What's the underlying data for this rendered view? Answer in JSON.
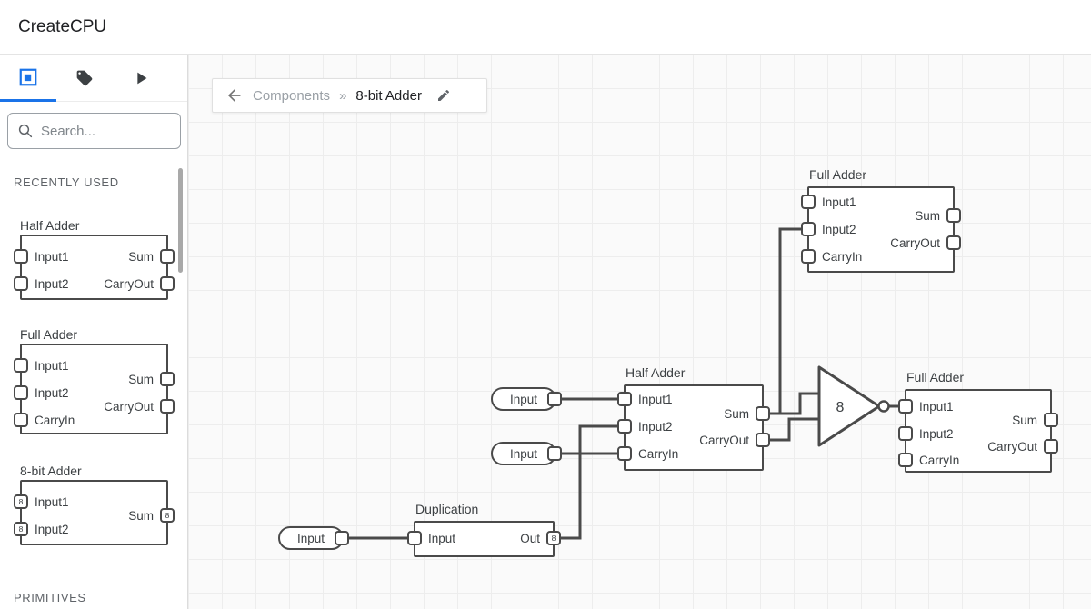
{
  "app": {
    "title": "CreateCPU"
  },
  "colors": {
    "accent": "#1a73e8",
    "wire": "#4a4a4a"
  },
  "sidebar": {
    "tabs": [
      {
        "icon": "component-icon",
        "selected": true
      },
      {
        "icon": "tag-icon",
        "selected": false
      },
      {
        "icon": "play-icon",
        "selected": false
      }
    ],
    "search_placeholder": "Search...",
    "sections": {
      "recently_used": "RECENTLY USED",
      "primitives": "PRIMITIVES"
    },
    "items": [
      {
        "title": "Half Adder",
        "left_ports": [
          {
            "label": "Input1"
          },
          {
            "label": "Input2"
          }
        ],
        "right_ports": [
          {
            "label": "Sum"
          },
          {
            "label": "CarryOut"
          }
        ]
      },
      {
        "title": "Full Adder",
        "left_ports": [
          {
            "label": "Input1"
          },
          {
            "label": "Input2"
          },
          {
            "label": "CarryIn"
          }
        ],
        "right_ports": [
          {
            "label": "Sum"
          },
          {
            "label": "CarryOut"
          }
        ]
      },
      {
        "title": "8-bit Adder",
        "left_ports": [
          {
            "label": "Input1",
            "bus": "8"
          },
          {
            "label": "Input2",
            "bus": "8"
          }
        ],
        "right_ports": [
          {
            "label": "Sum",
            "bus": "8"
          }
        ]
      }
    ]
  },
  "breadcrumb": {
    "parent": "Components",
    "separator": "»",
    "current": "8-bit Adder"
  },
  "canvas": {
    "nodes": {
      "full_adder_top": {
        "title": "Full Adder",
        "left_ports": [
          {
            "label": "Input1"
          },
          {
            "label": "Input2"
          },
          {
            "label": "CarryIn"
          }
        ],
        "right_ports": [
          {
            "label": "Sum"
          },
          {
            "label": "CarryOut"
          }
        ]
      },
      "half_adder": {
        "title": "Half Adder",
        "left_ports": [
          {
            "label": "Input1"
          },
          {
            "label": "Input2"
          },
          {
            "label": "CarryIn"
          }
        ],
        "right_ports": [
          {
            "label": "Sum"
          },
          {
            "label": "CarryOut"
          }
        ]
      },
      "full_adder_right": {
        "title": "Full Adder",
        "left_ports": [
          {
            "label": "Input1"
          },
          {
            "label": "Input2"
          },
          {
            "label": "CarryIn"
          }
        ],
        "right_ports": [
          {
            "label": "Sum"
          },
          {
            "label": "CarryOut"
          }
        ]
      },
      "duplication": {
        "title": "Duplication",
        "left_ports": [
          {
            "label": "Input"
          }
        ],
        "right_ports": [
          {
            "label": "Out",
            "bus": "8"
          }
        ]
      },
      "bus_buffer": {
        "label": "8"
      },
      "inputs": [
        {
          "label": "Input"
        },
        {
          "label": "Input"
        },
        {
          "label": "Input"
        }
      ]
    }
  }
}
